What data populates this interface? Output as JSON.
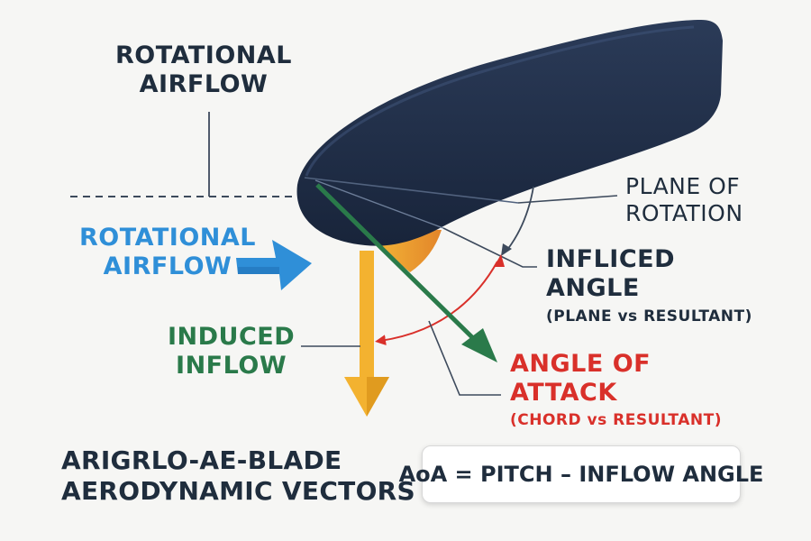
{
  "labels": {
    "rotational_airflow_top": [
      "ROTATIONAL",
      "AIRFLOW"
    ],
    "rotational_airflow_left": [
      "ROTATIONAL",
      "AIRFLOW"
    ],
    "plane_of_rotation": [
      "PLANE OF",
      "ROTATION"
    ],
    "inflow_angle": [
      "INFLICED",
      "ANGLE"
    ],
    "inflow_angle_note": "(PLANE vs RESULTANT)",
    "induced_inflow": [
      "INDUCED",
      "INFLOW"
    ],
    "angle_of_attack": [
      "ANGLE OF",
      "ATTACK"
    ],
    "angle_of_attack_note": "(CHORD vs RESULTANT)",
    "title": [
      "ARIGRLO-AE-BLADE",
      "AERODYNAMIC VECTORS"
    ]
  },
  "formula": "AoA = PITCH – INFLOW ANGLE",
  "colors": {
    "blade": "#1d2b45",
    "rotational_arrow": "#2f8fd8",
    "induced_arrow": "#f3b230",
    "resultant_arrow": "#2a7a4a",
    "angle_arc": "#d9302a",
    "label_dark": "#1f2d3d"
  }
}
